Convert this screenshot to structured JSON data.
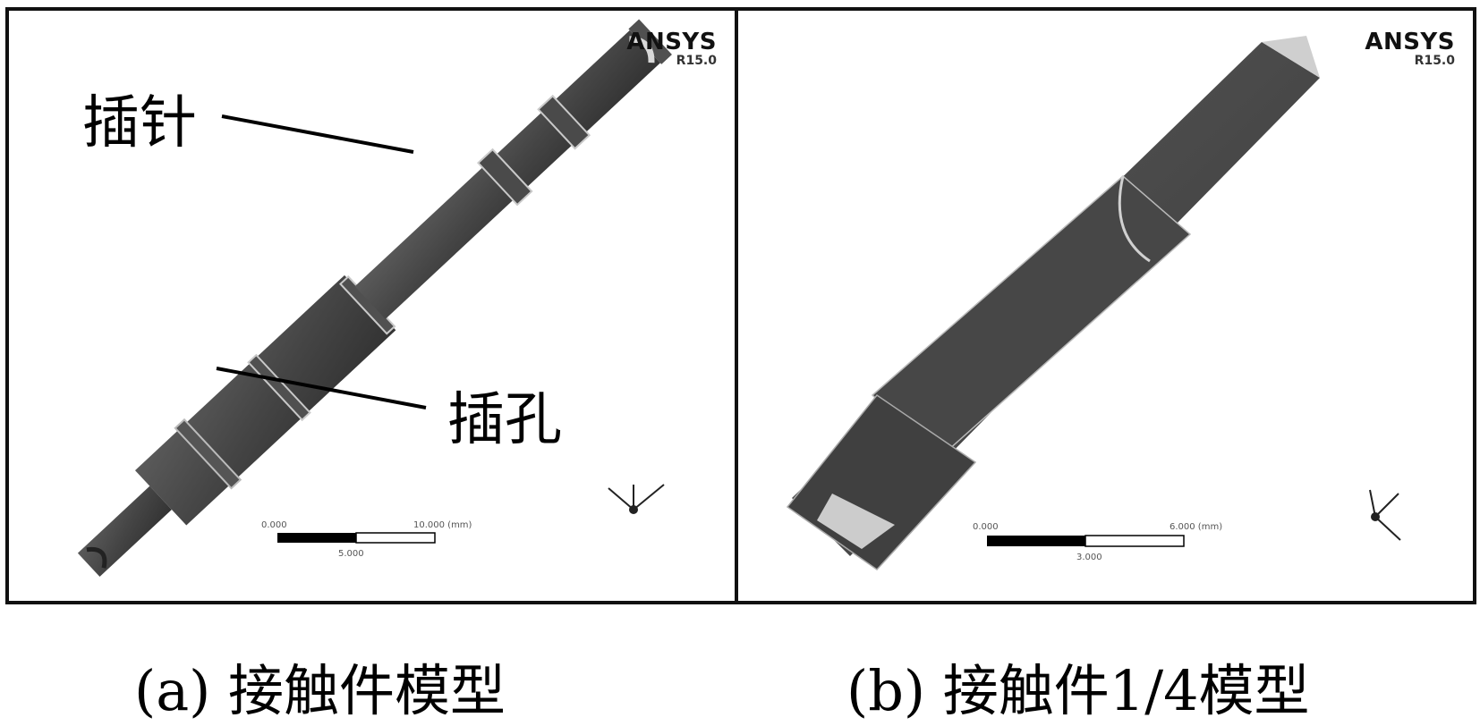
{
  "panel_a": {
    "brand": "ANSYS",
    "version": "R15.0",
    "label_pin": "插针",
    "label_hole": "插孔",
    "scale": {
      "start": "0.000",
      "mid": "5.000",
      "end": "10.000 (mm)"
    }
  },
  "panel_b": {
    "brand": "ANSYS",
    "version": "R15.0",
    "scale": {
      "start": "0.000",
      "mid": "3.000",
      "end": "6.000 (mm)"
    }
  },
  "captions": {
    "a": "(a) 接触件模型",
    "b": "(b) 接触件1/4模型"
  },
  "colors": {
    "model": "#4a4a4a",
    "edge": "#c9c9c9",
    "frame": "#111111"
  }
}
